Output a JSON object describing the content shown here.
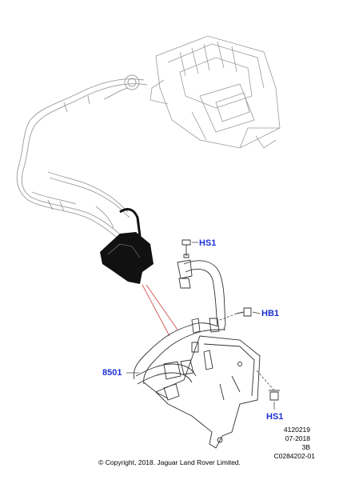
{
  "callouts": {
    "hs1_top": "HS1",
    "hb1": "HB1",
    "part_8501": "8501",
    "hs1_bottom": "HS1"
  },
  "meta": {
    "line1": "4120219",
    "line2": "07-2018",
    "line3": "3B",
    "line4": "C0284202-01"
  },
  "copyright": "© Copyright, 2018. Jaguar Land Rover Limited.",
  "colors": {
    "callout": "#1a2fd6",
    "leader": "#d04040",
    "line": "#333333"
  }
}
